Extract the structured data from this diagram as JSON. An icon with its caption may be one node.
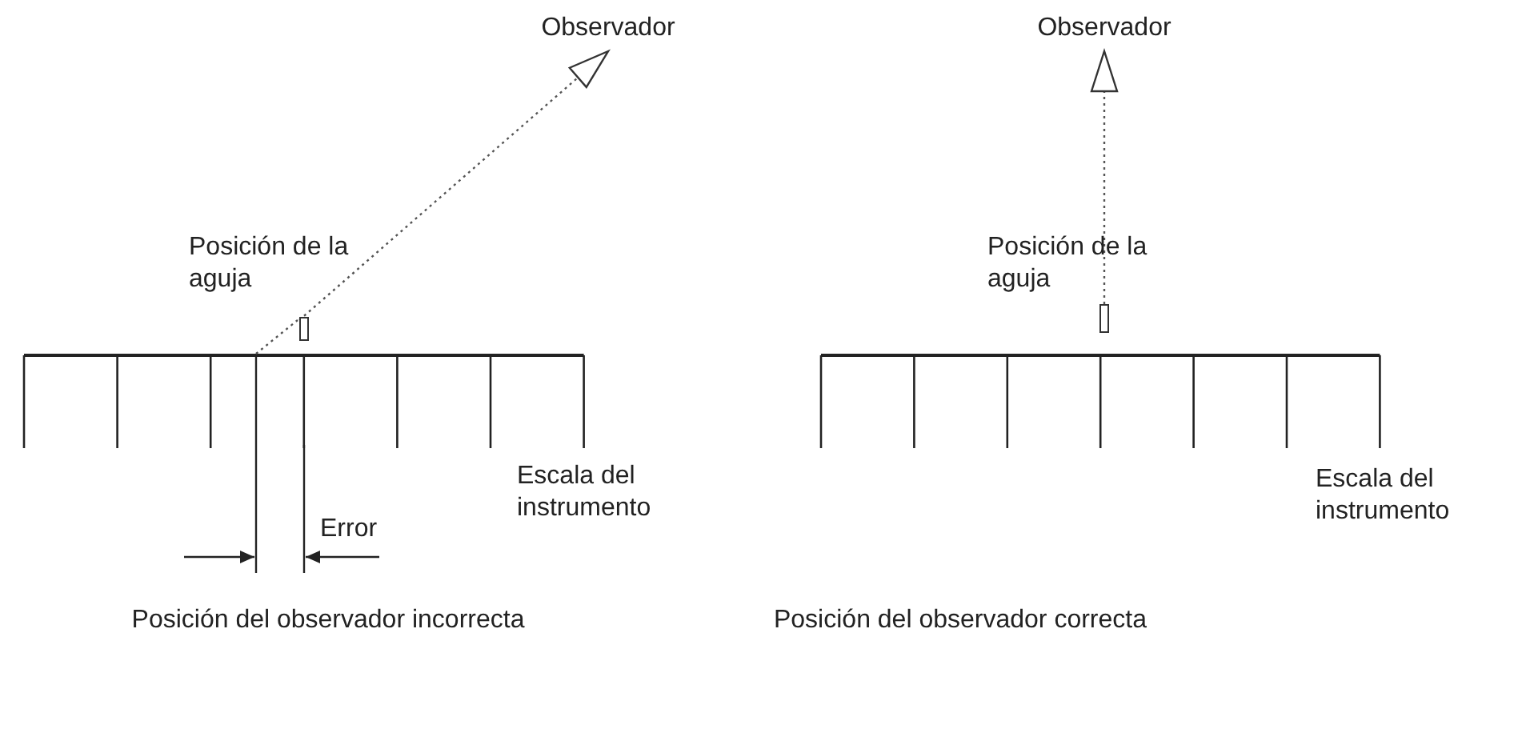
{
  "diagram": {
    "nodes": [
      {
        "text": [
          "Observador"
        ]
      },
      {
        "text": [],
        "shape": "bar"
      },
      {
        "text": [
          "Observador"
        ]
      },
      {
        "text": [],
        "shape": "bar"
      }
    ],
    "edges": [
      {
        "from": 1,
        "to": 0,
        "arrow": "to",
        "style": "dashed"
      },
      {
        "from": 3,
        "to": 2,
        "arrow": "to",
        "style": "dashed"
      }
    ],
    "labels": [
      "Posición de la aguja",
      "Escala del instrumento",
      "Error",
      "Posición del observador incorrecta",
      "Posición de la aguja",
      "Escala del instrumento",
      "Posición del observador correcta"
    ]
  }
}
